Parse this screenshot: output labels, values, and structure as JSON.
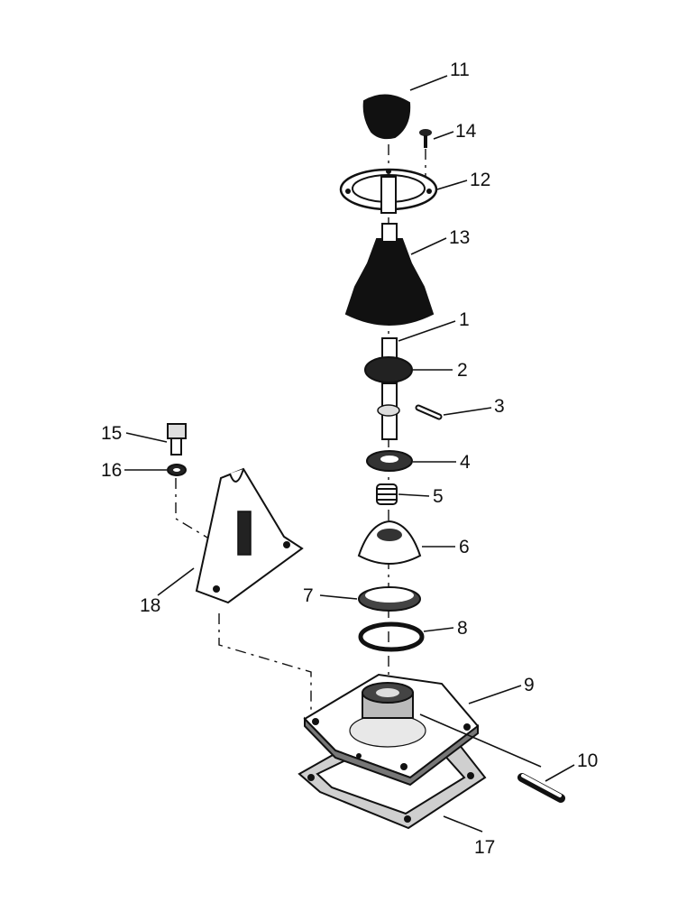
{
  "diagram": {
    "callouts": [
      {
        "id": "p1",
        "label": "1"
      },
      {
        "id": "p2",
        "label": "2"
      },
      {
        "id": "p3",
        "label": "3"
      },
      {
        "id": "p4",
        "label": "4"
      },
      {
        "id": "p5",
        "label": "5"
      },
      {
        "id": "p6",
        "label": "6"
      },
      {
        "id": "p7",
        "label": "7"
      },
      {
        "id": "p8",
        "label": "8"
      },
      {
        "id": "p9",
        "label": "9"
      },
      {
        "id": "p10",
        "label": "10"
      },
      {
        "id": "p11",
        "label": "11"
      },
      {
        "id": "p12",
        "label": "12"
      },
      {
        "id": "p13",
        "label": "13"
      },
      {
        "id": "p14",
        "label": "14"
      },
      {
        "id": "p15",
        "label": "15"
      },
      {
        "id": "p16",
        "label": "16"
      },
      {
        "id": "p17",
        "label": "17"
      },
      {
        "id": "p18",
        "label": "18"
      }
    ]
  }
}
